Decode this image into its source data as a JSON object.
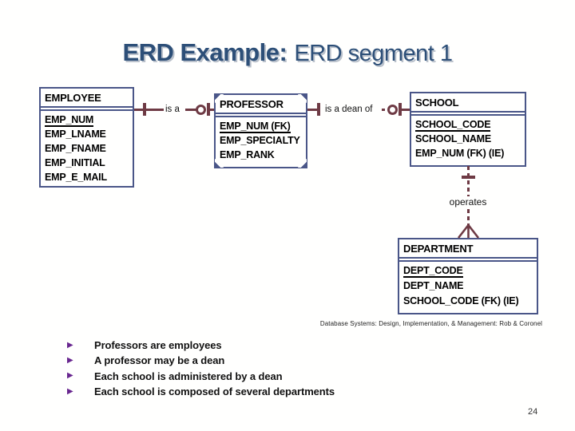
{
  "title": {
    "part1": "ERD Example:",
    "part2": "ERD segment 1"
  },
  "diagram": {
    "entities": {
      "employee": {
        "name": "EMPLOYEE",
        "attributes": [
          {
            "text": "EMP_NUM",
            "pk": true
          },
          {
            "text": "EMP_LNAME"
          },
          {
            "text": "EMP_FNAME"
          },
          {
            "text": "EMP_INITIAL"
          },
          {
            "text": "EMP_E_MAIL"
          }
        ]
      },
      "professor": {
        "name": "PROFESSOR",
        "attributes": [
          {
            "text": "EMP_NUM (FK)",
            "pk": true
          },
          {
            "text": "EMP_SPECIALTY"
          },
          {
            "text": "EMP_RANK"
          }
        ]
      },
      "school": {
        "name": "SCHOOL",
        "attributes": [
          {
            "text": "SCHOOL_CODE",
            "pk": true
          },
          {
            "text": "SCHOOL_NAME"
          },
          {
            "text": "EMP_NUM (FK) (IE)"
          }
        ]
      },
      "department": {
        "name": "DEPARTMENT",
        "attributes": [
          {
            "text": "DEPT_CODE",
            "pk": true
          },
          {
            "text": "DEPT_NAME"
          },
          {
            "text": "SCHOOL_CODE (FK) (IE)"
          }
        ]
      }
    },
    "relationships": {
      "is_a": {
        "label": "is a"
      },
      "is_a_dean_of": {
        "label": "is a dean of"
      },
      "operates": {
        "label": "operates"
      }
    },
    "colors": {
      "entity_border": "#4a5688",
      "relationship_line": "#6e3a44",
      "title": "#2d4f78",
      "bullet": "#68268f"
    }
  },
  "citation": "Database Systems: Design, Implementation, & Management: Rob & Coronel",
  "bullets": [
    "Professors are employees",
    "A professor may be a dean",
    "Each school is administered by a dean",
    "Each school is composed of several departments"
  ],
  "bullet_glyph": "▶",
  "page_number": "24"
}
